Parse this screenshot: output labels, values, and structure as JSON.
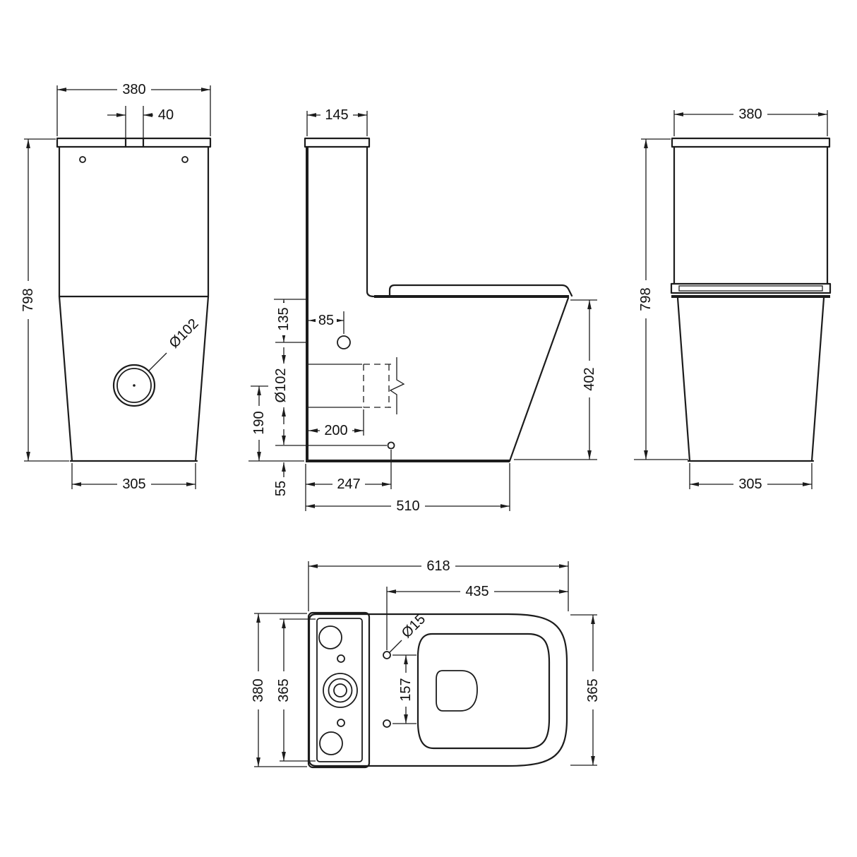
{
  "meta": {
    "background_color": "#ffffff",
    "line_color": "#1c1c1c",
    "text_color": "#111111",
    "drawing_type": "toilet-dimension-drawing"
  },
  "views": {
    "front": {
      "overall_width": "380",
      "flush_button_width": "40",
      "overall_height": "798",
      "outlet_diameter": "Ø102",
      "base_width": "305"
    },
    "side": {
      "cistern_depth": "145",
      "rim_to_inlet": "135",
      "inlet_setback": "85",
      "outlet_diameter": "Ø102",
      "outlet_height": "190",
      "outlet_setback": "200",
      "fixing_hole_height": "55",
      "fixing_hole_setback": "247",
      "overall_depth": "510",
      "rim_height": "402"
    },
    "back": {
      "overall_width": "380",
      "overall_height": "798",
      "base_width": "305"
    },
    "plan": {
      "overall_depth": "618",
      "pan_depth": "435",
      "fixing_hole_diameter": "Ø15",
      "fixing_hole_spacing": "157",
      "overall_width": "380",
      "pan_width": "365",
      "seat_width": "365"
    }
  }
}
